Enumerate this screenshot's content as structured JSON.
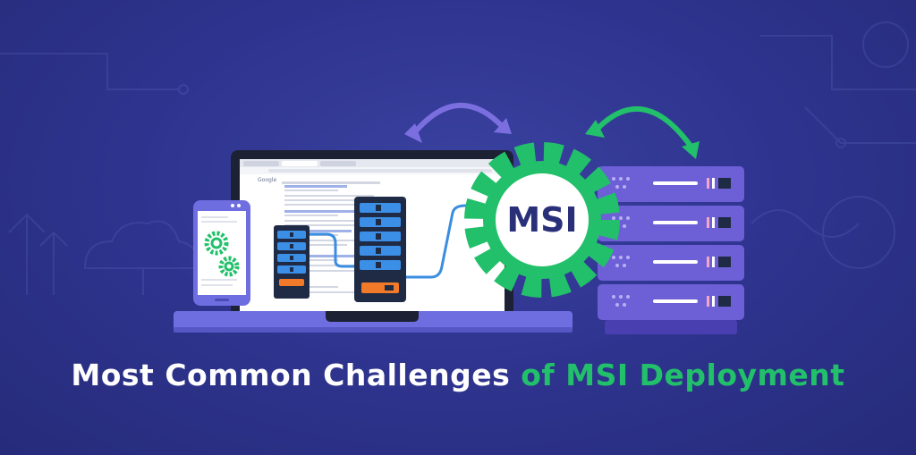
{
  "headline": {
    "part1": "Most Common Challenges ",
    "part2": "of MSI Deployment"
  },
  "gear_badge": {
    "label": "MSI"
  },
  "browser": {
    "search_engine_logo": "Google"
  },
  "colors": {
    "background": "#2e3488",
    "accent_green": "#22c06a",
    "arrow_purple": "#7b6fe0",
    "server_purple": "#6d5fd6",
    "server_dark": "#1f2a44",
    "text_white": "#ffffff"
  },
  "icons": [
    "cloud-icon",
    "upload-arrow-icon",
    "gear-icon",
    "server-rack-icon",
    "sync-arrow-icon",
    "smartphone-icon",
    "laptop-icon"
  ]
}
